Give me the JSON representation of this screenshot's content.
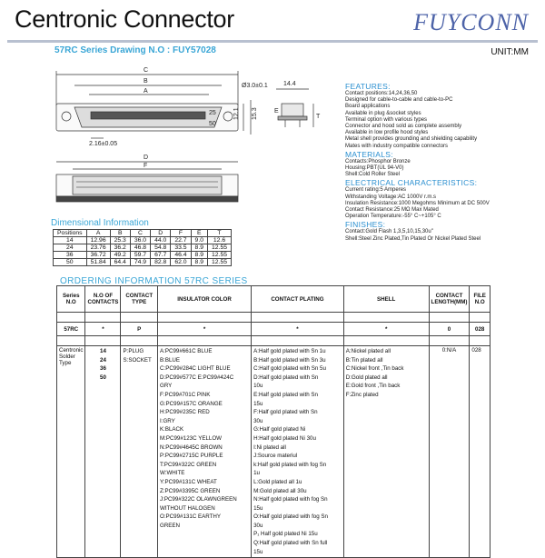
{
  "header": {
    "title": "Centronic Connector",
    "brand": "FUYCONN",
    "unit": "UNIT:MM"
  },
  "series_line": "57RC Series   Drawing N.O : FUY57028",
  "drawing": {
    "labels": {
      "C": "C",
      "B": "B",
      "A": "A",
      "hole": "Ø3.0±0.1",
      "pitch": "2.16±0.05",
      "d121": "12.1",
      "d153": "15.3",
      "d144": "14.4",
      "E": "E",
      "T": "T",
      "D": "D",
      "F": "F",
      "p25": "25",
      "p50": "50"
    }
  },
  "specs": {
    "features_title": "FEATURES:",
    "features": [
      "Contact positions:14,24,36,50",
      "Designed for cable-to-cable and cable-to-PC",
      "Board applications",
      "Available in plug &socket styles",
      "Terminal option with various types",
      "Connector and hood sold as complete assembly",
      "Available in low profile hood styles",
      "Metal shell provides grounding and shielding capability",
      "Mates with industry compatible connectors"
    ],
    "materials_title": "MATERIALS:",
    "materials": [
      "Contacts:Phosphor Bronze",
      "Housing:PBT(UL 94-V0)",
      "Shell:Cold Roller Steel"
    ],
    "electrical_title": "ELECTRICAL CHARACTERISTICS:",
    "electrical": [
      "Current rating:5 Amperes",
      "Withstanding Voltage:AC 1000V r.m.s",
      "Insulation Resistance:1000  Megohms Minimum at DC 500V",
      "Contact Resistance:25 MΩ  Max Mated",
      "Operation Temperature:-55° C~+105° C"
    ],
    "finishes_title": "FINISHES:",
    "finishes": [
      "Contact:Gold Flash 1,3,5,10,15,30u\"",
      "Shell:Steel Zinc Plated,Tin Plated Or Nickel Plated Steel"
    ]
  },
  "dimensional": {
    "title": "Dimensional Information",
    "headers": [
      "Positions",
      "A",
      "B",
      "C",
      "D",
      "F",
      "E",
      "T"
    ],
    "rows": [
      [
        "14",
        "12.96",
        "25.3",
        "36.0",
        "44.0",
        "22.7",
        "9.0",
        "12.6"
      ],
      [
        "24",
        "23.76",
        "36.2",
        "46.8",
        "54.8",
        "33.5",
        "8.9",
        "12.55"
      ],
      [
        "36",
        "36.72",
        "49.2",
        "59.7",
        "67.7",
        "46.4",
        "8.9",
        "12.55"
      ],
      [
        "50",
        "51.84",
        "64.4",
        "74.9",
        "82.8",
        "62.0",
        "8.9",
        "12.55"
      ]
    ]
  },
  "ordering": {
    "title": "ORDERING INFORMATION 57RC SERIES",
    "headers": {
      "series": "Series N.O",
      "contacts": "N.O OF CONTACTS",
      "type": "CONTACT TYPE",
      "insulator": "INSULATOR COLOR",
      "plating": "CONTACT PLATING",
      "shell": "SHELL",
      "length": "CONTACT LENGTH(MM)",
      "file": "FILE N.O"
    },
    "code": {
      "series": "57RC",
      "contacts": "*",
      "type": "P",
      "insulator": "*",
      "plating": "*",
      "shell": "*",
      "length": "0",
      "file": "028"
    },
    "detail": {
      "series": "Centronic Solder Type",
      "contacts": [
        "14",
        "24",
        "36",
        "50"
      ],
      "types": [
        "P:PLUG",
        "S:SOCKET"
      ],
      "insulator": [
        "A:PC99#661C BLUE",
        "B:BLUE",
        "C:PC99#284C LIGHT BLUE",
        "D:PC99#577C E:PC99#424C",
        "GRY",
        "F:PC99#701C PINK",
        "G:PC99#157C ORANGE",
        "H:PC99#235C RED",
        "I:GRY",
        "K:BLACK",
        "M:PC99#123C  YELLOW",
        "N:PC99#4645C BROWN",
        "P:PC99#2715C PURPLE",
        "T:PC99#322C GREEN",
        "W:WHITE",
        "Y:PC99#131C WHEAT",
        "Z:PC99#3395C GREEN",
        "J:PC99#322C OLAWNGREEN",
        "WITHOUT HALOGEN",
        "O:PC99#131C EARTHY",
        "GREEN"
      ],
      "plating": [
        "A:Half gold plated with Sn 1u",
        "B:Half gold plated with Sn 3u",
        "C:Half gold plated with Sn 5u",
        "D:Half gold plated with Sn",
        "10u",
        "E:Half gold plated with Sn",
        "15u",
        "F:Half gold plated with Sn",
        "30u",
        "G:Half gold plated Ni",
        "H:Half gold plated Ni 30u",
        "I:Ni plated all",
        "J:Source materiul",
        "k:Half gold plated with fog Sn",
        "1u",
        "L:Gold plated all 1u",
        "M:Gold plated all 30u",
        "N:Half gold plated with fog Sn",
        "15u",
        "O:Half gold plated with fog Sn",
        "30u",
        "P₁  Half gold plated Ni 15u",
        "Q:Half gold plated with Sn full",
        "15u"
      ],
      "shell": [
        "A:Nickel plated all",
        "B:Tin plated all",
        "C:Nickel front ,Tin back",
        "D:Gold plated all",
        "E:Gold front ,Tin back",
        "F:Zinc plated"
      ],
      "length": "0:N/A",
      "file": "028"
    }
  }
}
